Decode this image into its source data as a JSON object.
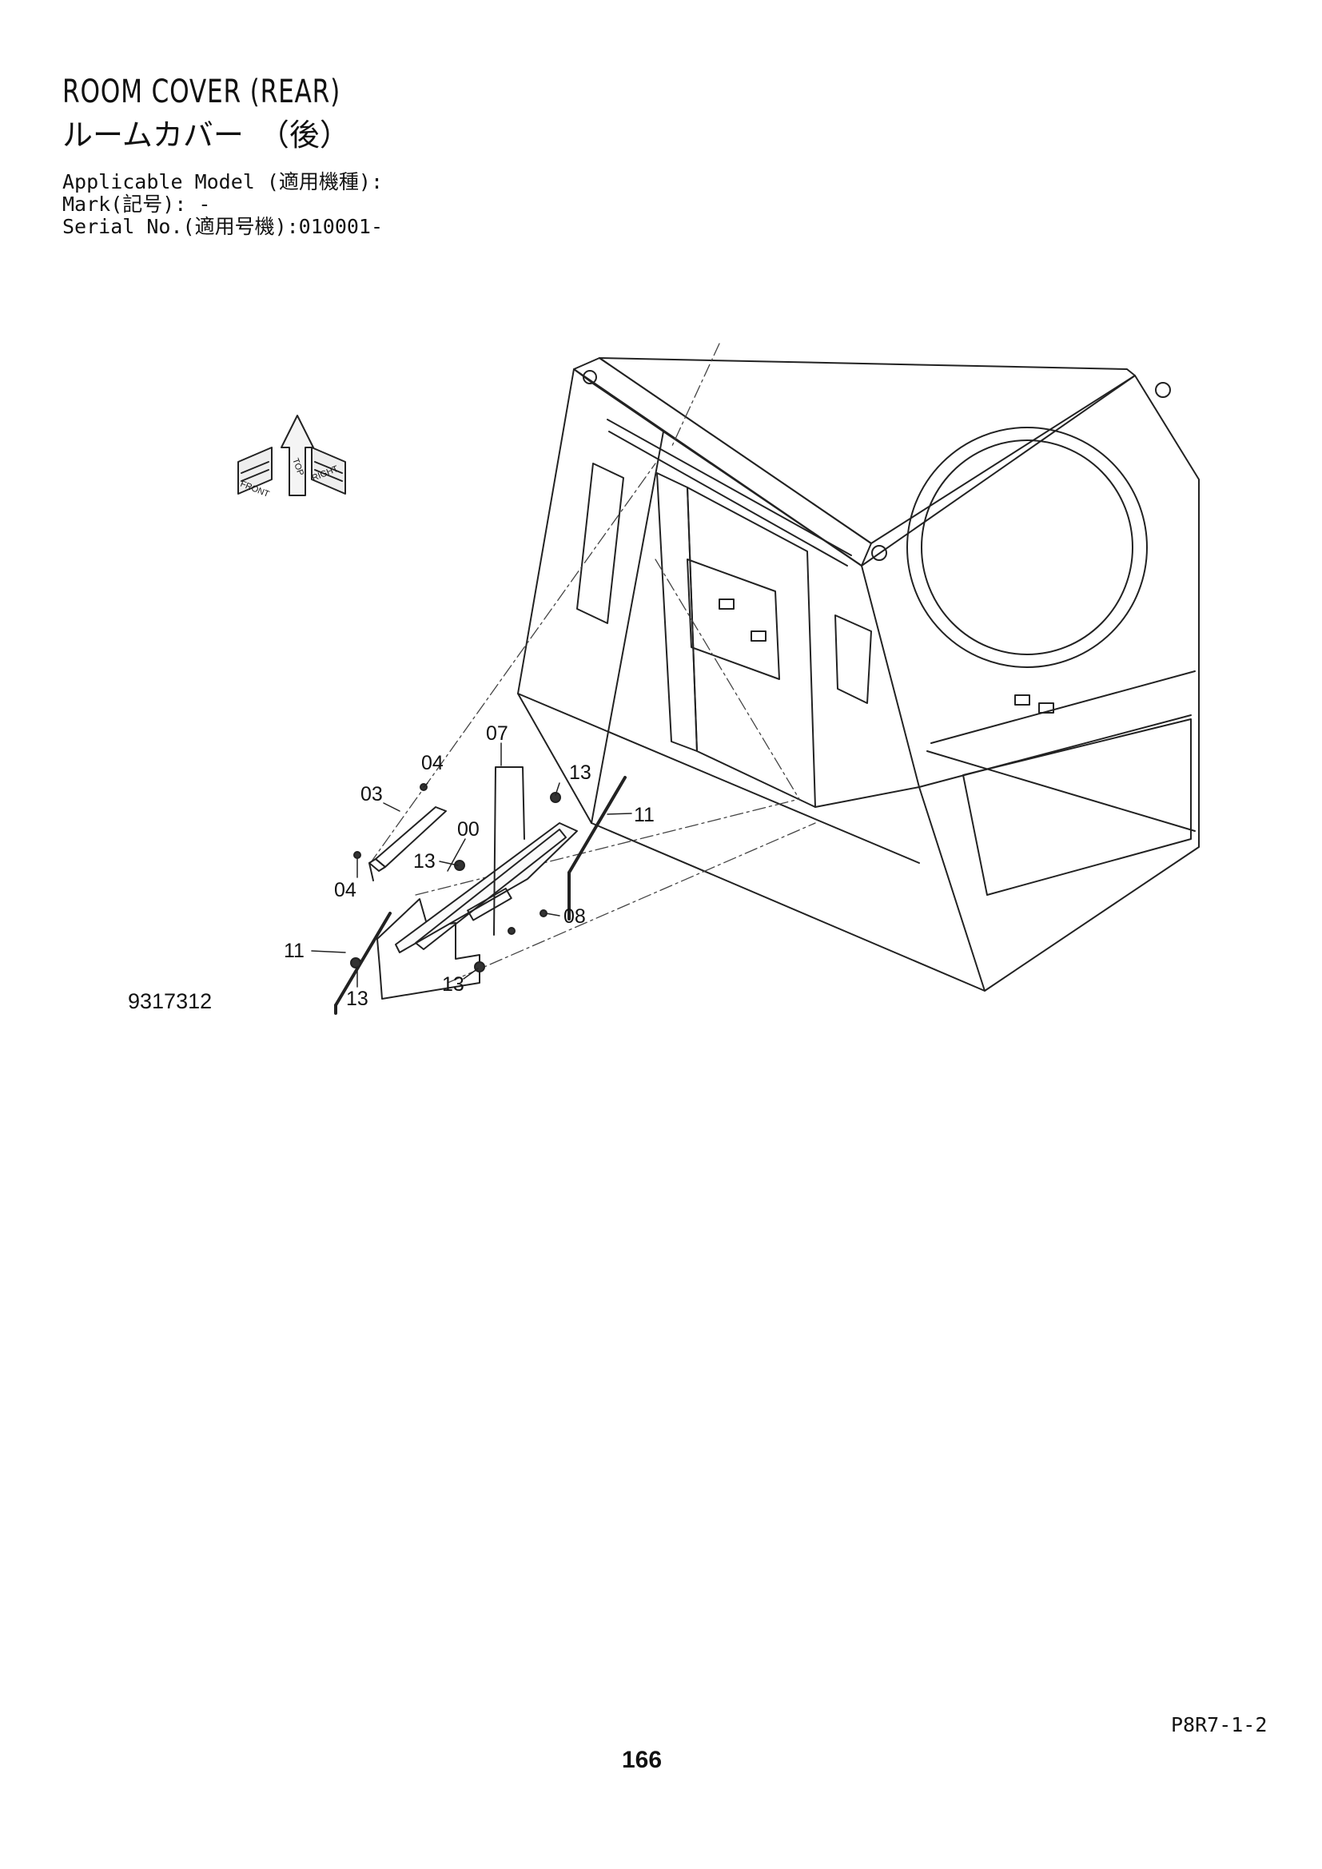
{
  "header": {
    "title_en": "ROOM COVER (REAR)",
    "title_ja": "ルームカバー　（後）",
    "applicable_model": "Applicable Model (適用機種):",
    "mark": "Mark(記号): -",
    "serial_no": "Serial No.(適用号機):010001-"
  },
  "orientation": {
    "top": "TOP",
    "front": "FRONT",
    "right": "RIGHT"
  },
  "callouts": {
    "c07": "07",
    "c04a": "04",
    "c13a": "13",
    "c03": "03",
    "c11a": "11",
    "c00": "00",
    "c13b": "13",
    "c04b": "04",
    "c08": "08",
    "c11b": "11",
    "c13c": "13",
    "c13d": "13"
  },
  "footer": {
    "drawing_code": "9317312",
    "page_code": "P8R7-1-2",
    "page_number": "166"
  }
}
